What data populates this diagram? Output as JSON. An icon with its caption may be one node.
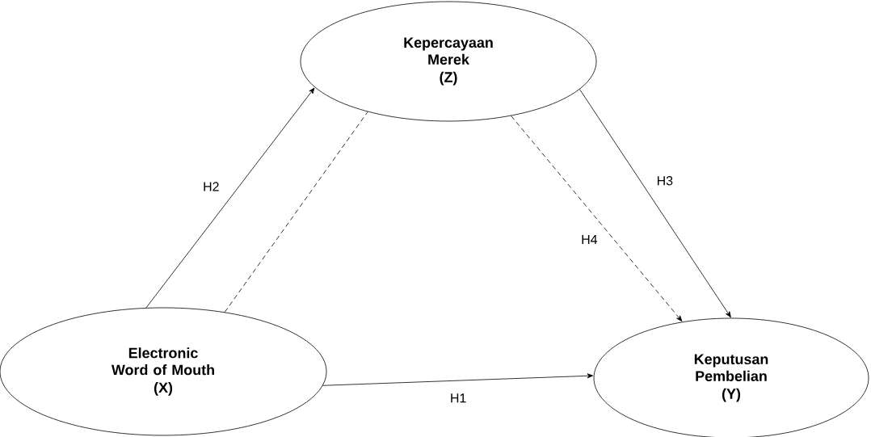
{
  "diagram": {
    "nodes": [
      {
        "text": [
          "Kepercayaan Merek",
          "(Z)"
        ]
      },
      {
        "text": [
          "Electronic Word of Mouth",
          "(X)"
        ]
      },
      {
        "text": [
          "Keputusan Pembelian",
          "(Y)"
        ]
      }
    ],
    "edges": [
      {
        "from": 1,
        "to": 0,
        "arrow": "to",
        "label": "H2"
      },
      {
        "from": 1,
        "to": 0,
        "arrow": "none",
        "style": "dashed"
      },
      {
        "from": 0,
        "to": 2,
        "arrow": "to",
        "style": "dashed",
        "label": "H4"
      },
      {
        "from": 0,
        "to": 2,
        "arrow": "to",
        "label": "H3"
      },
      {
        "from": 1,
        "to": 2,
        "arrow": "to",
        "label": "H1"
      }
    ]
  }
}
